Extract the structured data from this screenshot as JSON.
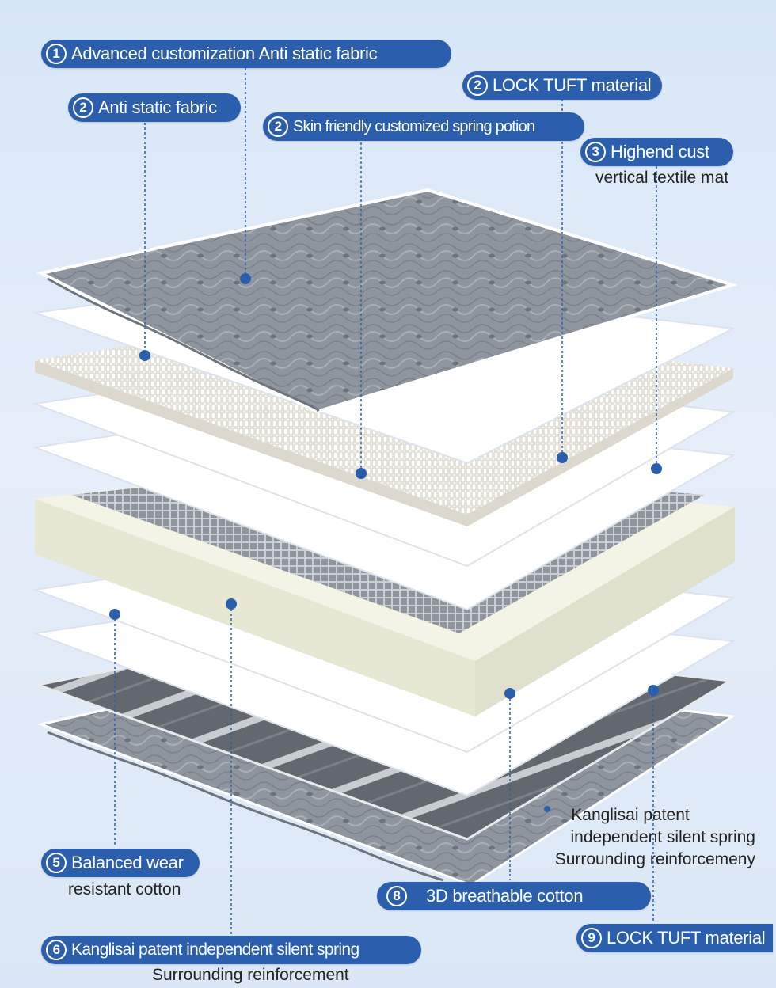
{
  "labels": {
    "l1": {
      "num": "1",
      "text": "Advanced customization Anti static fabric"
    },
    "l2a": {
      "num": "2",
      "text": "Anti static fabric"
    },
    "l2b": {
      "num": "2",
      "text": "LOCK TUFT material"
    },
    "l2c": {
      "num": "2",
      "text": "Skin friendly customized spring potion"
    },
    "l3": {
      "num": "3",
      "text": "Highend cust",
      "sub": "vertical textile mat"
    },
    "l5": {
      "num": "5",
      "text": "Balanced wear",
      "sub": "resistant cotton"
    },
    "l6": {
      "num": "6",
      "text": "Kanglisai patent independent silent spring",
      "sub": "Surrounding reinforcement"
    },
    "l7": {
      "lines": [
        "Kanglisai patent",
        "independent silent spring",
        "Surrounding reinforcemeny"
      ]
    },
    "l8": {
      "num": "8",
      "text": "3D breathable cotton"
    },
    "l9": {
      "num": "9",
      "text": "LOCK TUFT material"
    }
  },
  "colors": {
    "accent": "#2b5fae",
    "leader": "#2b5fae",
    "fabric": "#8d939c",
    "white_layer": "#ffffff",
    "foam": "#eef0e1"
  }
}
